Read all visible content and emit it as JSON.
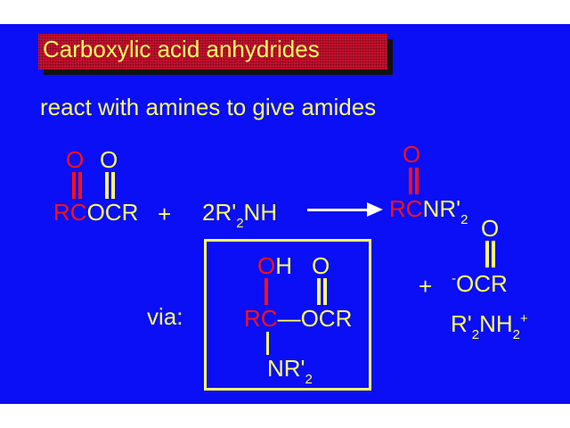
{
  "title": "Carboxylic acid anhydrides",
  "subtitle": "react with amines to give amides",
  "reactant": {
    "o1": "O",
    "o2": "O",
    "rc": "RC",
    "ocr": "OCR"
  },
  "plus1": "+",
  "amine": {
    "prefix": "2R'",
    "sub": "2",
    "suffix": "NH"
  },
  "product_amide": {
    "o": "O",
    "rc": "RC",
    "nr": "NR'",
    "sub": "2"
  },
  "plus2": "+",
  "carboxylate": {
    "o": "O",
    "sup": "-",
    "ocr": "OCR"
  },
  "ammonium": {
    "r": "R'",
    "sub1": "2",
    "nh": "NH",
    "sub2": "2",
    "sup": "+"
  },
  "via_label": "via:",
  "intermediate": {
    "o_red": "O",
    "h": "H",
    "o": "O",
    "rc": "RC",
    "ocr": "—OCR",
    "nr": "NR'",
    "sub": "2"
  },
  "colors": {
    "background": "#0a0ff5",
    "text": "#ffff66",
    "highlight": "#ff1111",
    "title_box": "#c8102e",
    "arrow": "#ffffff"
  }
}
